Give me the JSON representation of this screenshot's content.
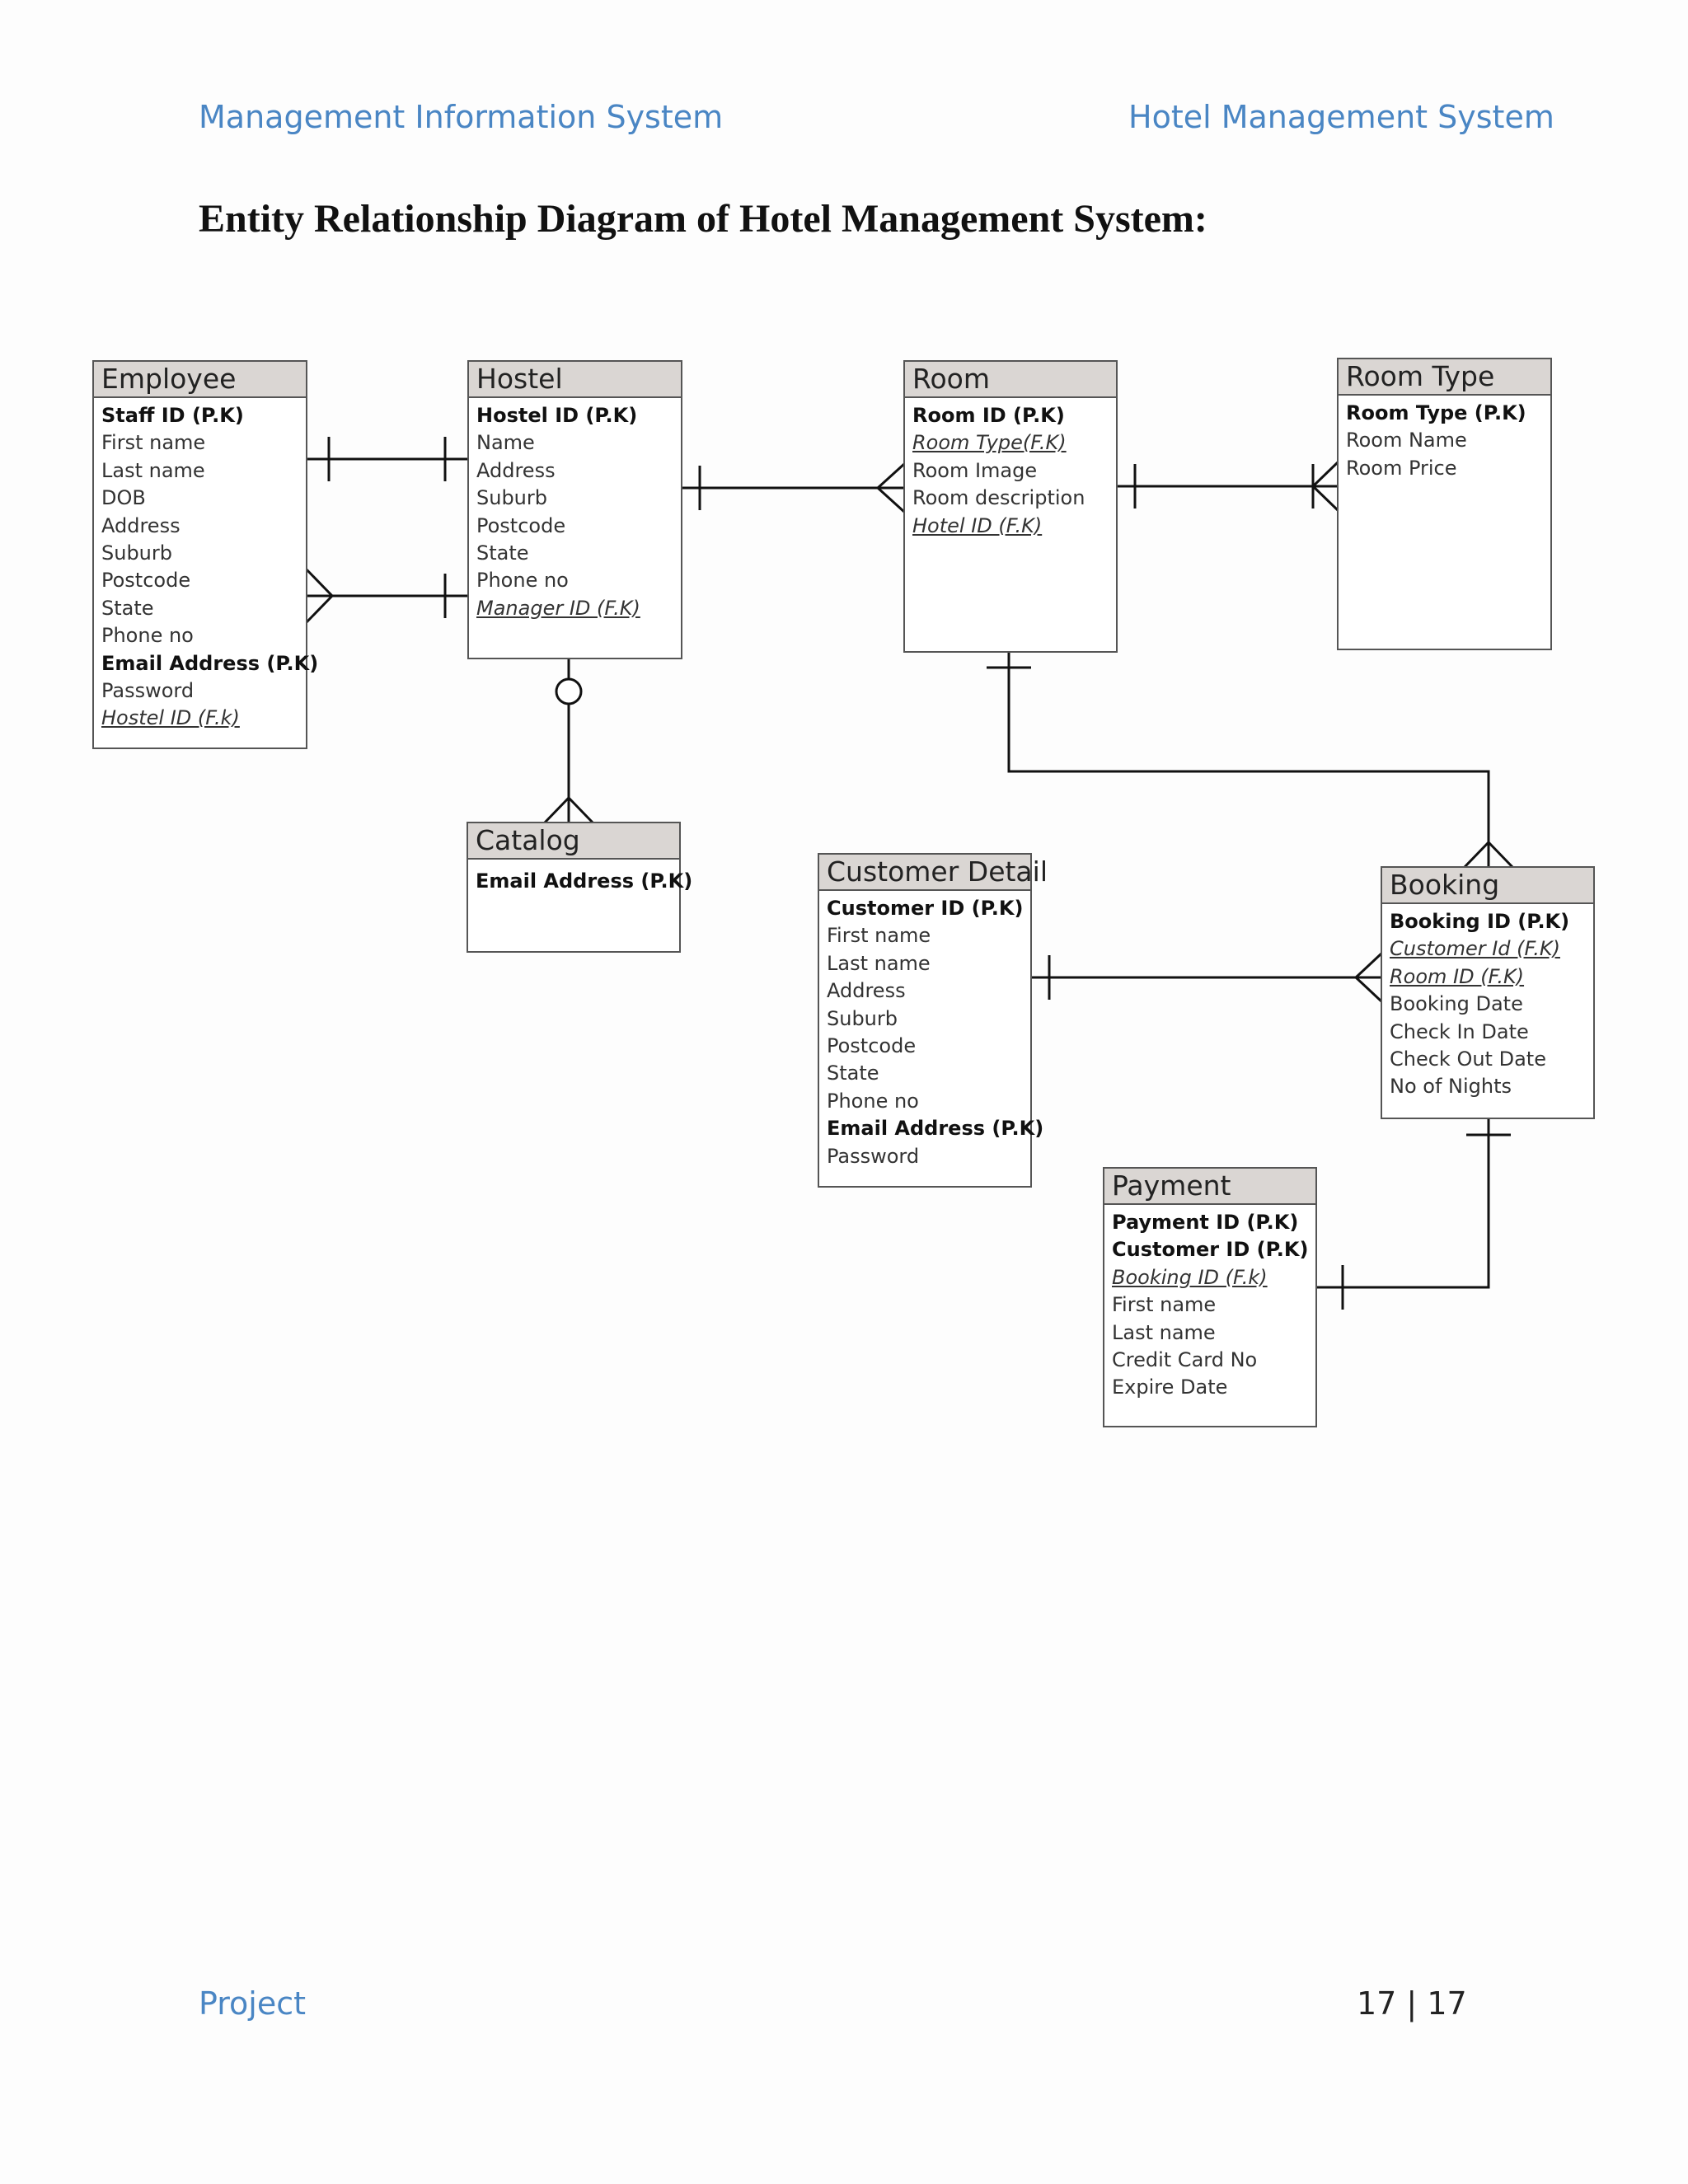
{
  "header": {
    "left": "Management Information System",
    "right": "Hotel Management System"
  },
  "title": "Entity Relationship Diagram of Hotel Management System:",
  "footer": {
    "left": "Project",
    "page": "17 | 17"
  },
  "entities": {
    "employee": {
      "name": "Employee",
      "attributes": [
        {
          "text": "Staff ID (P.K)",
          "kind": "pk"
        },
        {
          "text": "First name",
          "kind": ""
        },
        {
          "text": "Last name",
          "kind": ""
        },
        {
          "text": "DOB",
          "kind": ""
        },
        {
          "text": "Address",
          "kind": ""
        },
        {
          "text": "Suburb",
          "kind": ""
        },
        {
          "text": "Postcode",
          "kind": ""
        },
        {
          "text": "State",
          "kind": ""
        },
        {
          "text": "Phone no",
          "kind": ""
        },
        {
          "text": "Email Address (P.K)",
          "kind": "pk"
        },
        {
          "text": "Password",
          "kind": ""
        },
        {
          "text": "Hostel ID (F.k)",
          "kind": "fk"
        }
      ]
    },
    "hostel": {
      "name": "Hostel",
      "attributes": [
        {
          "text": "Hostel ID (P.K)",
          "kind": "pk"
        },
        {
          "text": "Name",
          "kind": ""
        },
        {
          "text": "Address",
          "kind": ""
        },
        {
          "text": "Suburb",
          "kind": ""
        },
        {
          "text": "Postcode",
          "kind": ""
        },
        {
          "text": "State",
          "kind": ""
        },
        {
          "text": "Phone no",
          "kind": ""
        },
        {
          "text": "Manager ID (F.K)",
          "kind": "fk"
        }
      ]
    },
    "room": {
      "name": "Room",
      "attributes": [
        {
          "text": "Room ID (P.K)",
          "kind": "pk"
        },
        {
          "text": "Room Type(F.K)",
          "kind": "fk"
        },
        {
          "text": "Room Image",
          "kind": ""
        },
        {
          "text": "Room description",
          "kind": ""
        },
        {
          "text": "Hotel  ID (F.K)",
          "kind": "fk"
        }
      ]
    },
    "room_type": {
      "name": "Room Type",
      "attributes": [
        {
          "text": "Room Type (P.K)",
          "kind": "pk"
        },
        {
          "text": "Room Name",
          "kind": ""
        },
        {
          "text": "Room Price",
          "kind": ""
        }
      ]
    },
    "catalog": {
      "name": "Catalog",
      "attributes": [
        {
          "text": "Email Address (P.K)",
          "kind": "pk"
        }
      ]
    },
    "customer_detail": {
      "name": "Customer Detail",
      "attributes": [
        {
          "text": "Customer ID (P.K)",
          "kind": "pk"
        },
        {
          "text": "First name",
          "kind": ""
        },
        {
          "text": "Last name",
          "kind": ""
        },
        {
          "text": "Address",
          "kind": ""
        },
        {
          "text": "Suburb",
          "kind": ""
        },
        {
          "text": "Postcode",
          "kind": ""
        },
        {
          "text": "State",
          "kind": ""
        },
        {
          "text": "Phone no",
          "kind": ""
        },
        {
          "text": "Email Address (P.K)",
          "kind": "pk"
        },
        {
          "text": "Password",
          "kind": ""
        }
      ]
    },
    "booking": {
      "name": "Booking",
      "attributes": [
        {
          "text": "Booking ID (P.K)",
          "kind": "pk"
        },
        {
          "text": "Customer Id (F.K)",
          "kind": "fk"
        },
        {
          "text": "Room ID (F.K)",
          "kind": "fk"
        },
        {
          "text": "Booking Date",
          "kind": ""
        },
        {
          "text": "Check In Date",
          "kind": ""
        },
        {
          "text": "Check Out Date",
          "kind": ""
        },
        {
          "text": "No of Nights",
          "kind": ""
        }
      ]
    },
    "payment": {
      "name": "Payment",
      "attributes": [
        {
          "text": "Payment ID (P.K)",
          "kind": "pk"
        },
        {
          "text": "Customer ID (P.K)",
          "kind": "pk"
        },
        {
          "text": "Booking ID (F.k)",
          "kind": "fk"
        },
        {
          "text": "First name",
          "kind": ""
        },
        {
          "text": "Last name",
          "kind": ""
        },
        {
          "text": "Credit Card No",
          "kind": ""
        },
        {
          "text": "Expire Date",
          "kind": ""
        }
      ]
    }
  },
  "relationships": [
    {
      "from": "employee",
      "to": "hostel",
      "from_end": "one",
      "to_end": "one"
    },
    {
      "from": "employee",
      "to": "hostel",
      "from_end": "many",
      "to_end": "one"
    },
    {
      "from": "hostel",
      "to": "room",
      "from_end": "one",
      "to_end": "many"
    },
    {
      "from": "room",
      "to": "room_type",
      "from_end": "one",
      "to_end": "one-or-many"
    },
    {
      "from": "hostel",
      "to": "catalog",
      "from_end": "zero",
      "to_end": "many"
    },
    {
      "from": "room",
      "to": "booking",
      "from_end": "one",
      "to_end": "many"
    },
    {
      "from": "customer_detail",
      "to": "booking",
      "from_end": "one",
      "to_end": "many"
    },
    {
      "from": "booking",
      "to": "payment",
      "from_end": "one",
      "to_end": "one"
    }
  ]
}
